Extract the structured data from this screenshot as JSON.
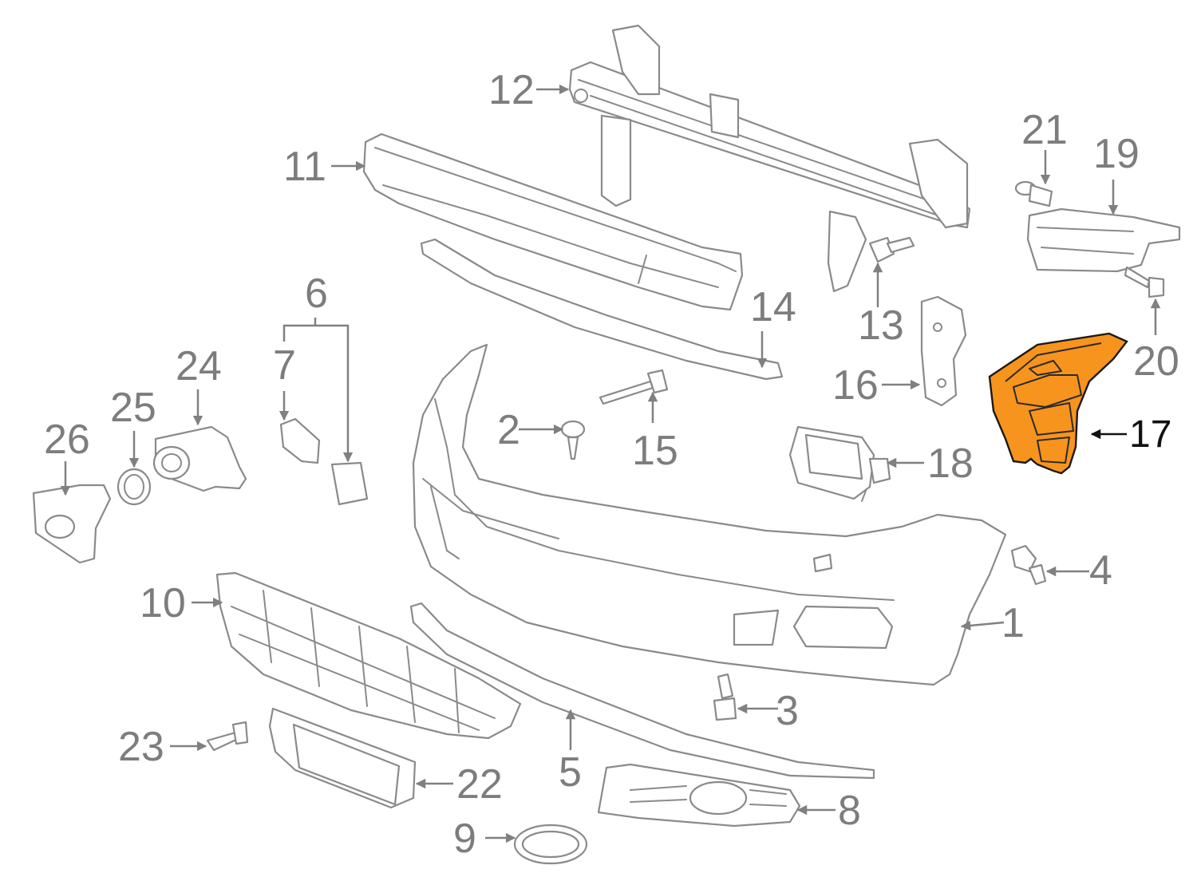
{
  "highlight_color": "#F7941D",
  "highlighted_part": "17",
  "callouts": {
    "c1": "1",
    "c2": "2",
    "c3": "3",
    "c4": "4",
    "c5": "5",
    "c6": "6",
    "c7": "7",
    "c8": "8",
    "c9": "9",
    "c10": "10",
    "c11": "11",
    "c12": "12",
    "c13": "13",
    "c14": "14",
    "c15": "15",
    "c16": "16",
    "c17": "17",
    "c18": "18",
    "c19": "19",
    "c20": "20",
    "c21": "21",
    "c22": "22",
    "c23": "23",
    "c24": "24",
    "c25": "25",
    "c26": "26"
  }
}
